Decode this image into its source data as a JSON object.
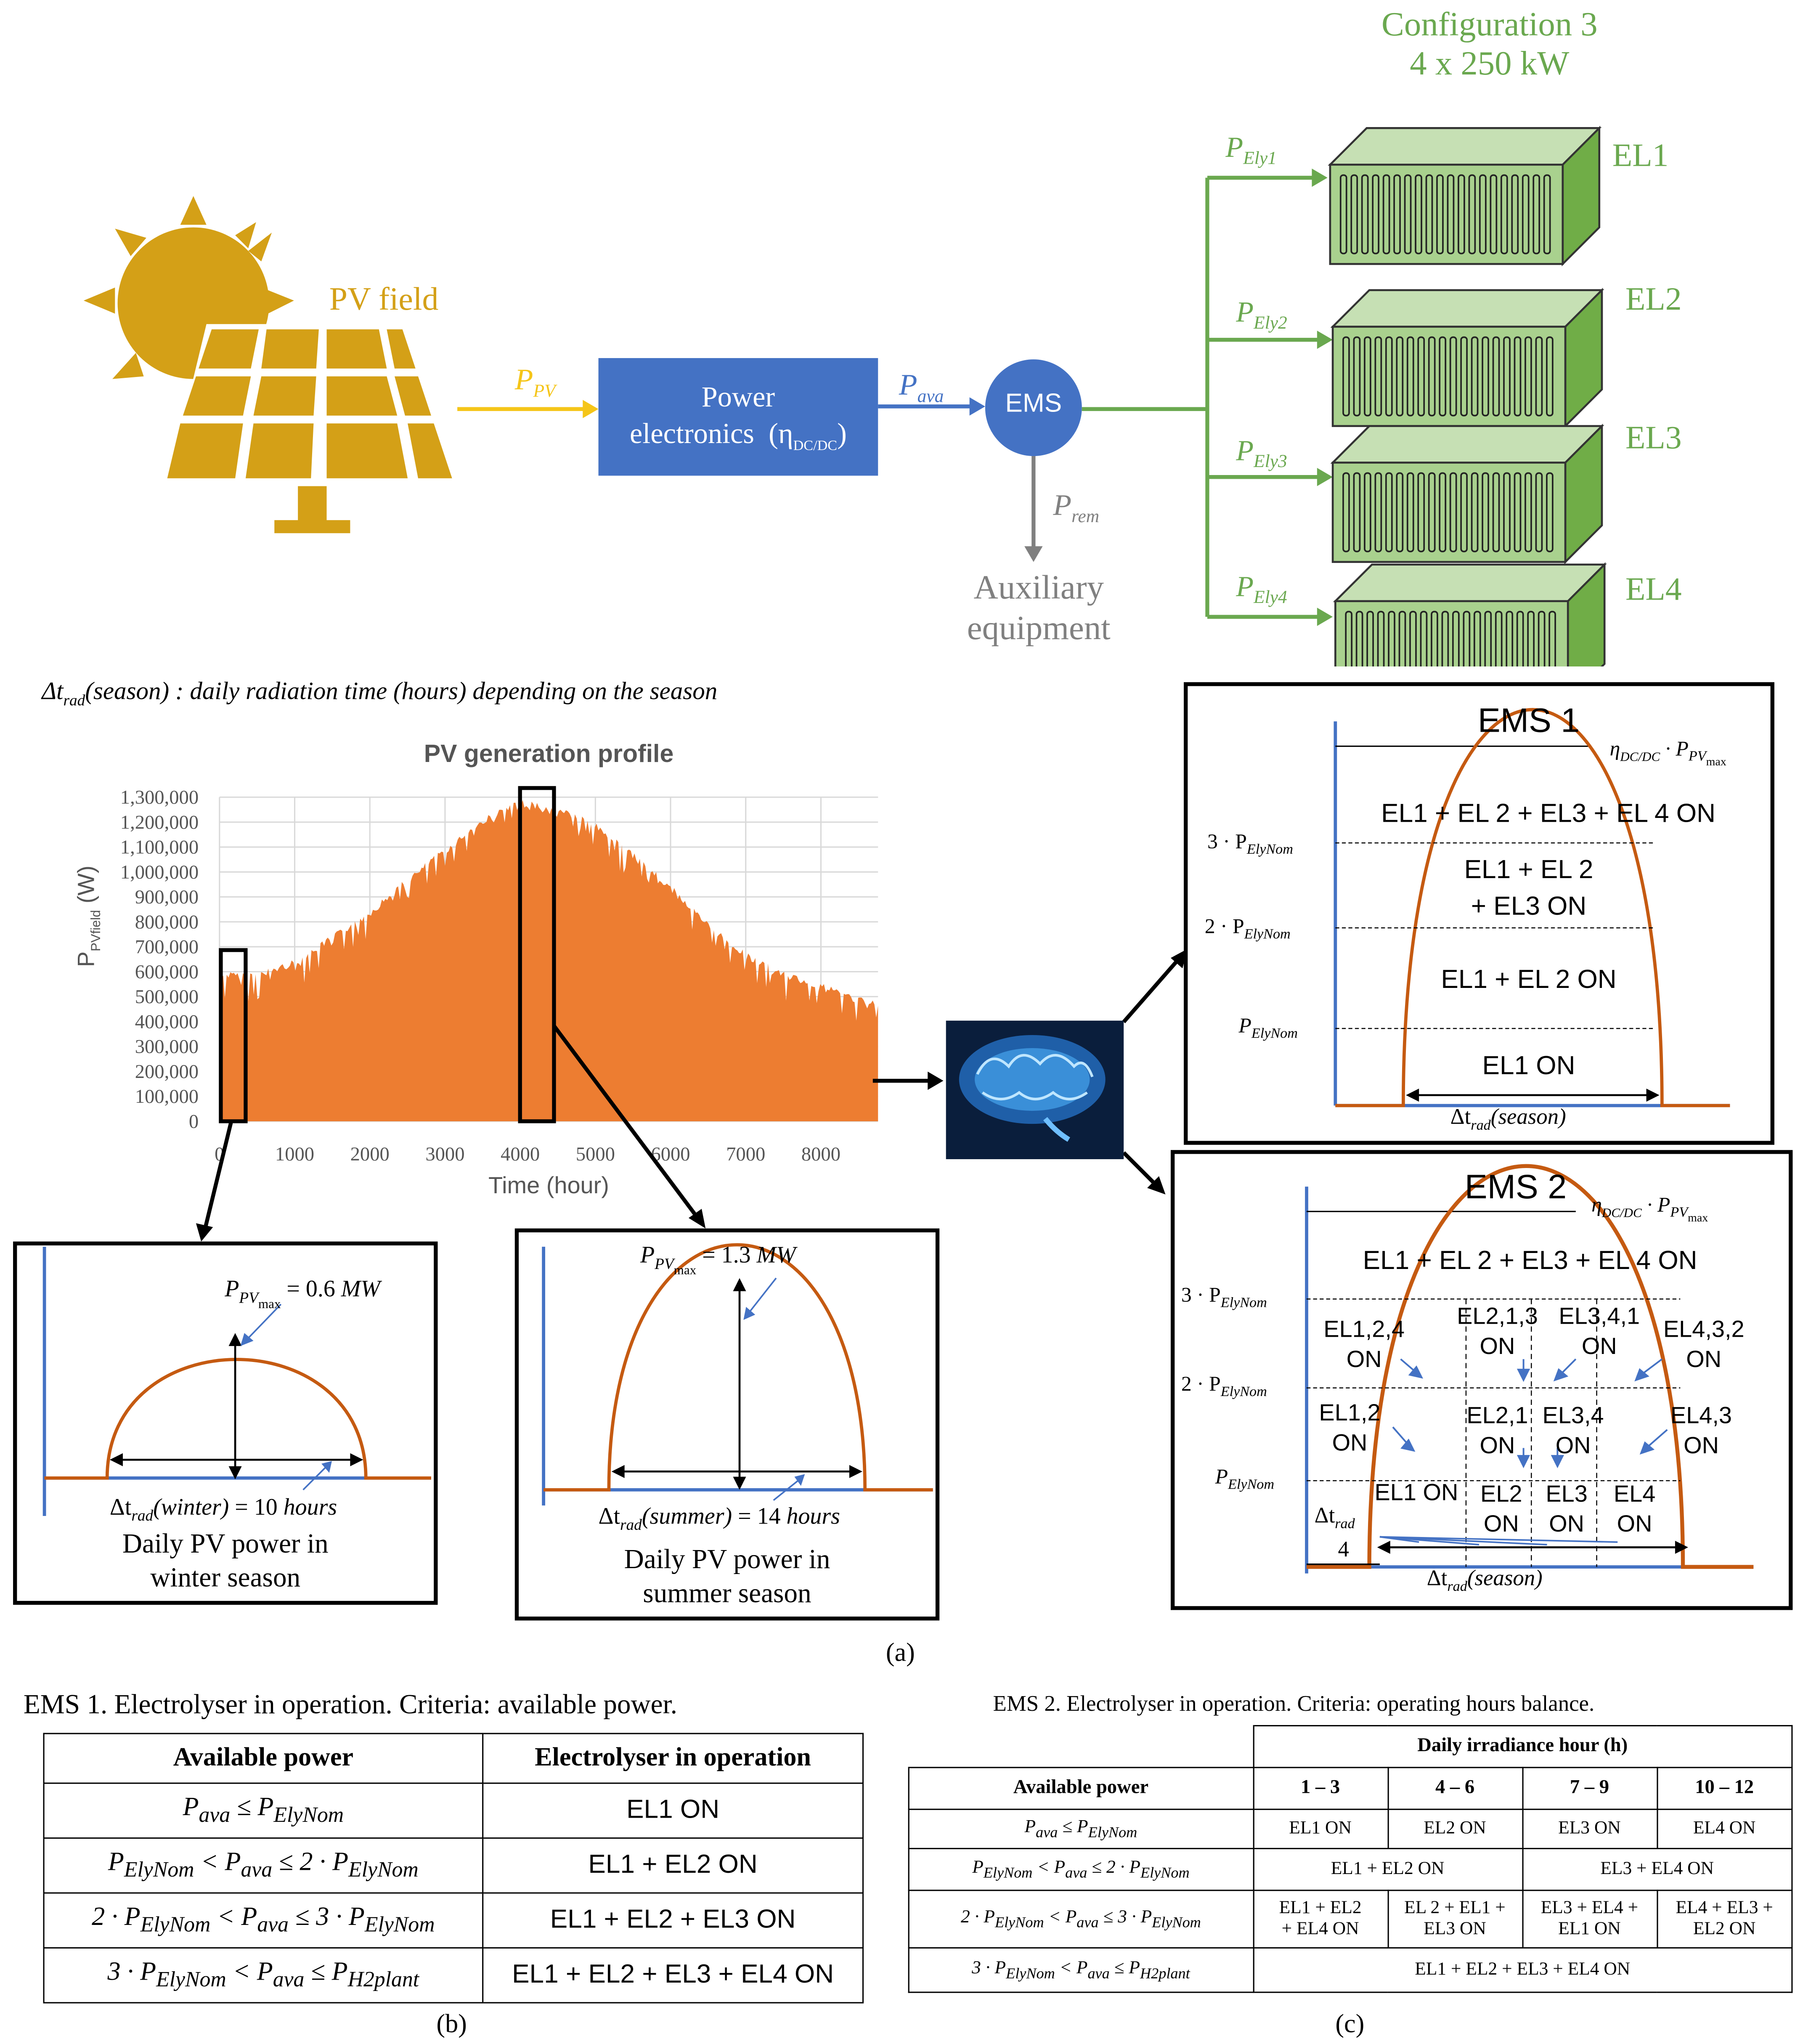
{
  "colors": {
    "green": "#6aa84f",
    "blue": "#4472c4",
    "orange": "#ed7d31",
    "gold": "#d4a017",
    "grey": "#808080",
    "curve": "#c55a11"
  },
  "top": {
    "config_title": "Configuration 3",
    "config_sub": "4 x 250 kW",
    "pv_label": "PV field",
    "pe_line1": "Power",
    "pe_line2": "electronics",
    "pe_eta": "(η",
    "pe_eta_sub": "DC/DC",
    "pe_eta_close": ")",
    "ems_label": "EMS",
    "p_pv": "P",
    "p_pv_sub": "PV",
    "p_ava": "P",
    "p_ava_sub": "ava",
    "p_rem": "P",
    "p_rem_sub": "rem",
    "aux1": "Auxiliary",
    "aux2": "equipment",
    "electrolysers": [
      {
        "label": "EL1",
        "power": "P",
        "power_sub": "Ely1"
      },
      {
        "label": "EL2",
        "power": "P",
        "power_sub": "Ely2"
      },
      {
        "label": "EL3",
        "power": "P",
        "power_sub": "Ely3"
      },
      {
        "label": "EL4",
        "power": "P",
        "power_sub": "Ely4"
      }
    ]
  },
  "note": {
    "delta": "Δt",
    "sub": "rad",
    "rest": "(season) : daily radiation time (hours) depending on the season"
  },
  "chart_data": {
    "type": "area",
    "title": "PV generation profile",
    "xlabel": "Time (hour)",
    "ylabel": "P",
    "ylabel_sub": "PVfield",
    "ylabel_unit": " (W)",
    "xlim": [
      0,
      8760
    ],
    "ylim": [
      0,
      1300000
    ],
    "x_ticks": [
      "0",
      "1000",
      "2000",
      "3000",
      "4000",
      "5000",
      "6000",
      "7000",
      "8000"
    ],
    "y_ticks": [
      "1,300,000",
      "1,200,000",
      "1,100,000",
      "1,000,000",
      "900,000",
      "800,000",
      "700,000",
      "600,000",
      "500,000",
      "400,000",
      "300,000",
      "200,000",
      "100,000",
      "0"
    ],
    "series": [
      {
        "x": [
          0,
          500,
          1000,
          1500,
          2000,
          2500,
          3000,
          3500,
          4000,
          4500,
          5000,
          5500,
          6000,
          6500,
          7000,
          7500,
          8000,
          8500,
          8760
        ],
        "y": [
          600000,
          600000,
          650000,
          750000,
          850000,
          980000,
          1100000,
          1220000,
          1290000,
          1270000,
          1200000,
          1080000,
          950000,
          800000,
          680000,
          600000,
          560000,
          500000,
          480000
        ]
      }
    ],
    "grid": true
  },
  "winter": {
    "pmax": "P",
    "pmax_sub": "PV",
    "pmax_subsub": "max",
    "pmax_val": " = 0.6 ",
    "pmax_unit": "MW",
    "dt": "Δt",
    "dt_sub": "rad",
    "dt_paren": "(winter)",
    "dt_val": " =  10 ",
    "dt_unit": "hours",
    "cap1": "Daily PV power in",
    "cap2": "winter season"
  },
  "summer": {
    "pmax": "P",
    "pmax_sub": "PV",
    "pmax_subsub": "max",
    "pmax_val": " =  1.3 ",
    "pmax_unit": "MW",
    "dt": "Δt",
    "dt_sub": "rad",
    "dt_paren": "(summer)",
    "dt_val": " = 14 ",
    "dt_unit": "hours",
    "cap1": "Daily PV power in",
    "cap2": "summer season"
  },
  "ems1": {
    "title": "EMS 1",
    "eta": "η",
    "eta_sub": "DC/DC",
    "eta_rest": " · P",
    "eta_sub2": "PV",
    "eta_subsub": "max",
    "level3": "3 · P",
    "level2": "2 · P",
    "level1": "P",
    "level_sub": "ElyNom",
    "zone4": "EL1 + EL 2 + EL3 + EL 4 ON",
    "zone3a": "EL1 + EL 2",
    "zone3b": "+ EL3 ON",
    "zone2": "EL1 + EL 2 ON",
    "zone1": "EL1 ON",
    "dt": "Δt",
    "dt_sub": "rad",
    "dt_paren": "(season)"
  },
  "ems2": {
    "title": "EMS 2",
    "eta": "η",
    "eta_sub": "DC/DC",
    "eta_rest": " · P",
    "eta_sub2": "PV",
    "eta_subsub": "max",
    "level3": "3 · P",
    "level2": "2 · P",
    "level1": "P",
    "level_sub": "ElyNom",
    "zone4": "EL1 + EL 2 + EL3 + EL 4 ON",
    "z3": [
      "EL1,2,4",
      "ON",
      "EL2,1,3",
      "ON",
      "EL3,4,1",
      "ON",
      "EL4,3,2",
      "ON"
    ],
    "z2": [
      "EL1,2",
      "ON",
      "EL2,1",
      "ON",
      "EL3,4",
      "ON",
      "EL4,3",
      "ON"
    ],
    "z1": [
      "EL1 ON",
      "EL2",
      "ON",
      "EL3",
      "ON",
      "EL4",
      "ON"
    ],
    "dt": "Δt",
    "dt_sub": "rad",
    "dt_four": "4",
    "dt_paren": "(season)"
  },
  "label_a": "(a)",
  "label_b": "(b)",
  "label_c": "(c)",
  "table_b": {
    "caption": "EMS 1. Electrolyser in operation. Criteria: available power.",
    "headers": [
      "Available power",
      "Electrolyser in  operation"
    ],
    "rows": [
      {
        "cond_html": "P<sub>ava</sub> ≤ P<sub>ElyNom</sub>",
        "result": "EL1 ON"
      },
      {
        "cond_html": "P<sub>ElyNom</sub> &lt; P<sub>ava</sub> ≤ 2 · P<sub>ElyNom</sub>",
        "result": "EL1 + EL2  ON"
      },
      {
        "cond_html": "2 · P<sub>ElyNom</sub> &lt; P<sub>ava</sub> ≤ 3 · P<sub>ElyNom</sub>",
        "result": "EL1 + EL2 + EL3  ON"
      },
      {
        "cond_html": "3 · P<sub>ElyNom</sub> &lt; P<sub>ava</sub> ≤ P<sub>H2plant</sub>",
        "result": "EL1 + EL2 + EL3 + EL4  ON"
      }
    ]
  },
  "table_c": {
    "caption": "EMS 2. Electrolyser in operation. Criteria: operating hours balance.",
    "group_header": "Daily irradiance hour (h)",
    "headers": [
      "Available power",
      "1 – 3",
      "4 – 6",
      "7 – 9",
      "10 – 12"
    ],
    "r1": [
      "EL1 ON",
      "EL2 ON",
      "EL3 ON",
      "EL4 ON"
    ],
    "r2": [
      "EL1 + EL2  ON",
      "EL3 + EL4 ON"
    ],
    "r3": [
      [
        "EL1 + EL2",
        "+ EL4  ON"
      ],
      [
        "EL 2 + EL1 +",
        "EL3 ON"
      ],
      [
        "EL3 + EL4 +",
        "EL1 ON"
      ],
      [
        "EL4 + EL3 +",
        "EL2 ON"
      ]
    ],
    "r4": "EL1 + EL2 + EL3 + EL4  ON"
  }
}
